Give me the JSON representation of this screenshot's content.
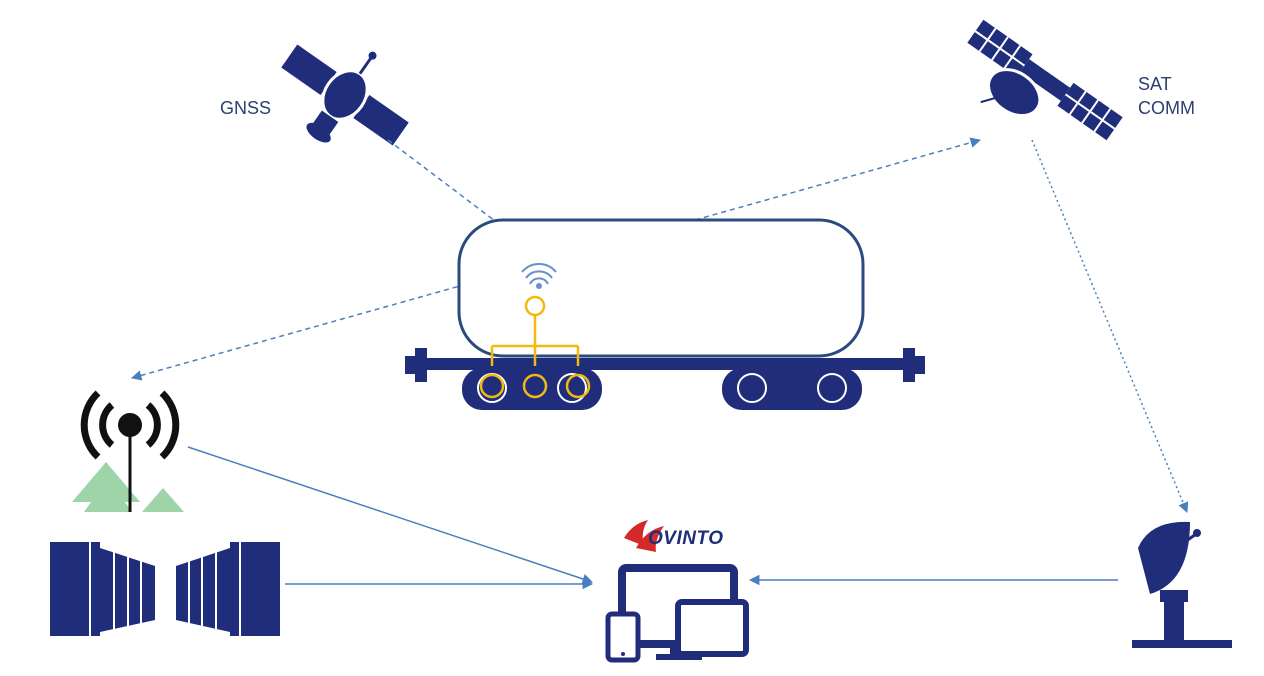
{
  "labels": {
    "gnss": "GNSS",
    "satcomm_line1": "SAT",
    "satcomm_line2": "COMM"
  },
  "brand": {
    "name": "OVINTO"
  },
  "colors": {
    "navy": "#1f2d7b",
    "link_blue": "#4a7fbf",
    "sensor_yellow": "#f2b90f",
    "tree_green": "#9ed4a8",
    "brand_red": "#d42a2a",
    "label_text": "#2b3f70"
  },
  "icons": {
    "gnss_satellite": "satellite-icon",
    "satcomm_satellite": "satellite-icon",
    "cell_tower": "cell-tower-icon",
    "data_center": "server-rack-icon",
    "ground_station": "satellite-dish-icon",
    "devices": "devices-icon",
    "wifi": "wifi-icon"
  }
}
